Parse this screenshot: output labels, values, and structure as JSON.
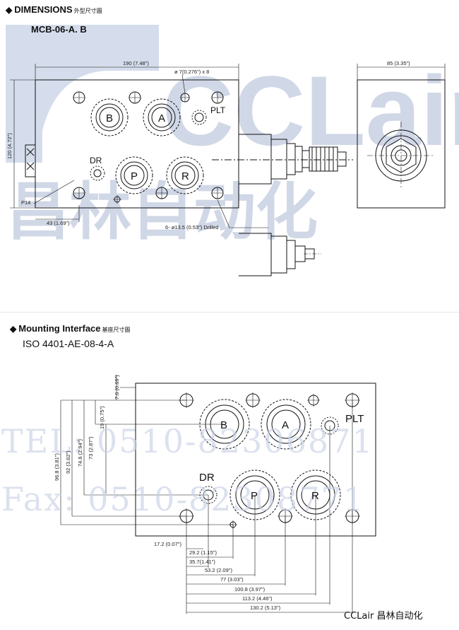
{
  "watermark": {
    "logo_text": "CCLair",
    "logo_cn": "昌林自动化",
    "tel": "TEL: 0510-82306871",
    "fax": "Fax: 0510-82308771"
  },
  "dimensions_section": {
    "title": "DIMENSIONS",
    "title_cn": "外型尺寸圖",
    "model": "MCB-06-A. B",
    "dims": {
      "width": "190 (7.48\")",
      "side_width": "85 (3.35\")",
      "height": "120 (4.72\")",
      "pin_hole": "ø 7(0.276\") x 8",
      "offset": "43 (1.69\")",
      "thread": "P14",
      "drilled": "6- ø13.5 (0.53\") Drilled"
    },
    "ports": [
      "B",
      "A",
      "PLT",
      "DR",
      "P",
      "R"
    ]
  },
  "mounting_section": {
    "title": "Mounting Interface",
    "title_cn": "基座尺寸圖",
    "standard": "ISO 4401-AE-08-4-A",
    "ports": [
      "B",
      "A",
      "PLT",
      "DR",
      "P",
      "R"
    ],
    "vertical_dims": [
      "7.6 (0.69\")",
      "19 (0.75\")",
      "73 (2.87\")",
      "74.6 (2.94\")",
      "92 (3.62\")",
      "96.8 (3.81\")"
    ],
    "horizontal_dims": [
      "17.2 (0.07\")",
      "29.2 (1.15\")",
      "35.7(1.41\")",
      "53.2 (2.09\")",
      "77 (3.03\")",
      "100.8 (3.97\")",
      "113.2 (4.46\")",
      "130.2 (5.13\")"
    ]
  },
  "footer": {
    "brand": "CCLair 昌林自动化"
  }
}
